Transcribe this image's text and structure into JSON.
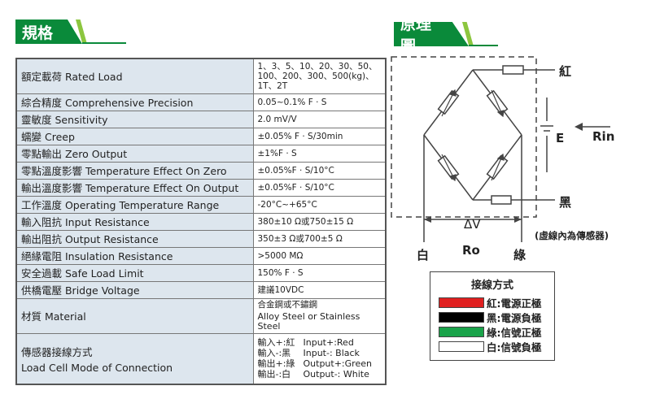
{
  "spec_section": {
    "title": "規格"
  },
  "diagram_section": {
    "title": "原理圖"
  },
  "spec_rows": [
    {
      "label": "額定載荷 Rated Load",
      "value": "1、3、5、10、20、30、50、100、200、300、500(kg)、1T、2T"
    },
    {
      "label": "綜合精度 Comprehensive Precision",
      "value": "0.05~0.1% F · S"
    },
    {
      "label": "靈敏度 Sensitivity",
      "value": "2.0 mV/V"
    },
    {
      "label": "蠕變 Creep",
      "value": "±0.05% F · S/30min"
    },
    {
      "label": "零點輸出 Zero Output",
      "value": "±1%F · S"
    },
    {
      "label": "零點溫度影響 Temperature Effect On Zero",
      "value": "±0.05%F · S/10°C"
    },
    {
      "label": "輸出溫度影響 Temperature Effect On Output",
      "value": "±0.05%F · S/10°C"
    },
    {
      "label": "工作溫度 Operating Temperature Range",
      "value": "-20°C~+65°C"
    },
    {
      "label": "輸入阻抗 Input Resistance",
      "value": "380±10 Ω或750±15 Ω"
    },
    {
      "label": "輸出阻抗 Output Resistance",
      "value": "350±3 Ω或700±5 Ω"
    },
    {
      "label": "絕緣電阻 Insulation Resistance",
      "value": ">5000 MΩ"
    },
    {
      "label": "安全過載 Safe Load Limit",
      "value": "150% F · S"
    },
    {
      "label": "供橋電壓 Bridge Voltage",
      "value": "建議10VDC"
    }
  ],
  "material": {
    "label": "材質 Material",
    "value_line1": "合金鋼或不鏽鋼",
    "value_line2": "Alloy Steel or Stainless Steel"
  },
  "connection": {
    "label_line1": "傳感器接線方式",
    "label_line2": "Load Cell Mode of Connection",
    "lines": [
      {
        "zh": "輸入+:紅",
        "en": "Input+:Red"
      },
      {
        "zh": "輸入-:黑",
        "en": "Input-: Black"
      },
      {
        "zh": "輸出+:綠",
        "en": "Output+:Green"
      },
      {
        "zh": "輸出-:白",
        "en": "Output-: White"
      }
    ]
  },
  "diagram": {
    "label_red": "紅",
    "label_black": "黑",
    "label_white": "白",
    "label_green": "綠",
    "label_e": "E",
    "label_rin": "Rin",
    "label_dv": "ΔV",
    "label_ro": "Ro",
    "note": "(虛線內為傳感器)"
  },
  "legend": {
    "title": "接線方式",
    "items": [
      {
        "color": "#e02020",
        "text": "紅:電源正極"
      },
      {
        "color": "#000000",
        "text": "黑:電源負極"
      },
      {
        "color": "#1aa34a",
        "text": "綠:信號正極"
      },
      {
        "color": "#ffffff",
        "text": "白:信號負極"
      }
    ]
  }
}
